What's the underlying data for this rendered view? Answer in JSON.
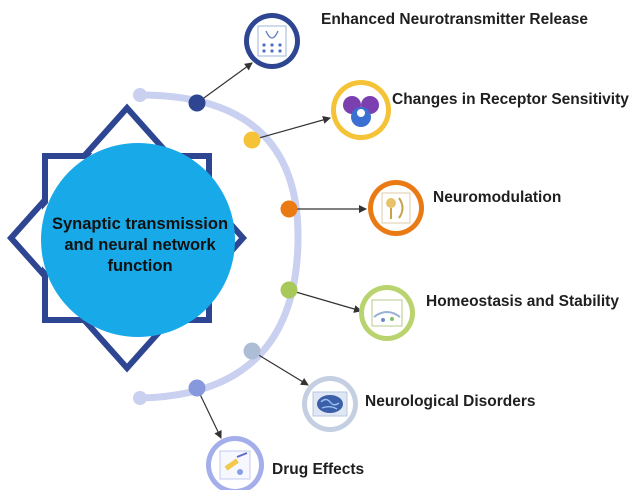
{
  "center": {
    "title_lines": [
      "Synaptic transmission",
      "and neural network",
      "function"
    ]
  },
  "items": [
    {
      "label": "Enhanced Neurotransmitter Release",
      "dot_color": "#2e4591",
      "ring_color": "#2e4591",
      "icon": "vesicle-release-icon"
    },
    {
      "label": "Changes in Receptor Sensitivity",
      "dot_color": "#f5c338",
      "ring_color": "#f5c338",
      "icon": "receptor-protein-icon"
    },
    {
      "label": "Neuromodulation",
      "dot_color": "#ea7a14",
      "ring_color": "#ea7a14",
      "icon": "neuron-modulation-icon"
    },
    {
      "label": "Homeostasis and Stability",
      "dot_color": "#a9c85a",
      "ring_color": "#b9d46e",
      "icon": "cell-membrane-icon"
    },
    {
      "label": "Neurological Disorders",
      "dot_color": "#aebdd6",
      "ring_color": "#c4cfe2",
      "icon": "brain-icon"
    },
    {
      "label": "Drug Effects",
      "dot_color": "#8898dc",
      "ring_color": "#a3aeea",
      "icon": "drug-injection-icon"
    }
  ],
  "colors": {
    "star": "#2e4591",
    "center_circle": "#18a9e8",
    "arc": "#c9d0f0",
    "arrow": "#333333"
  }
}
